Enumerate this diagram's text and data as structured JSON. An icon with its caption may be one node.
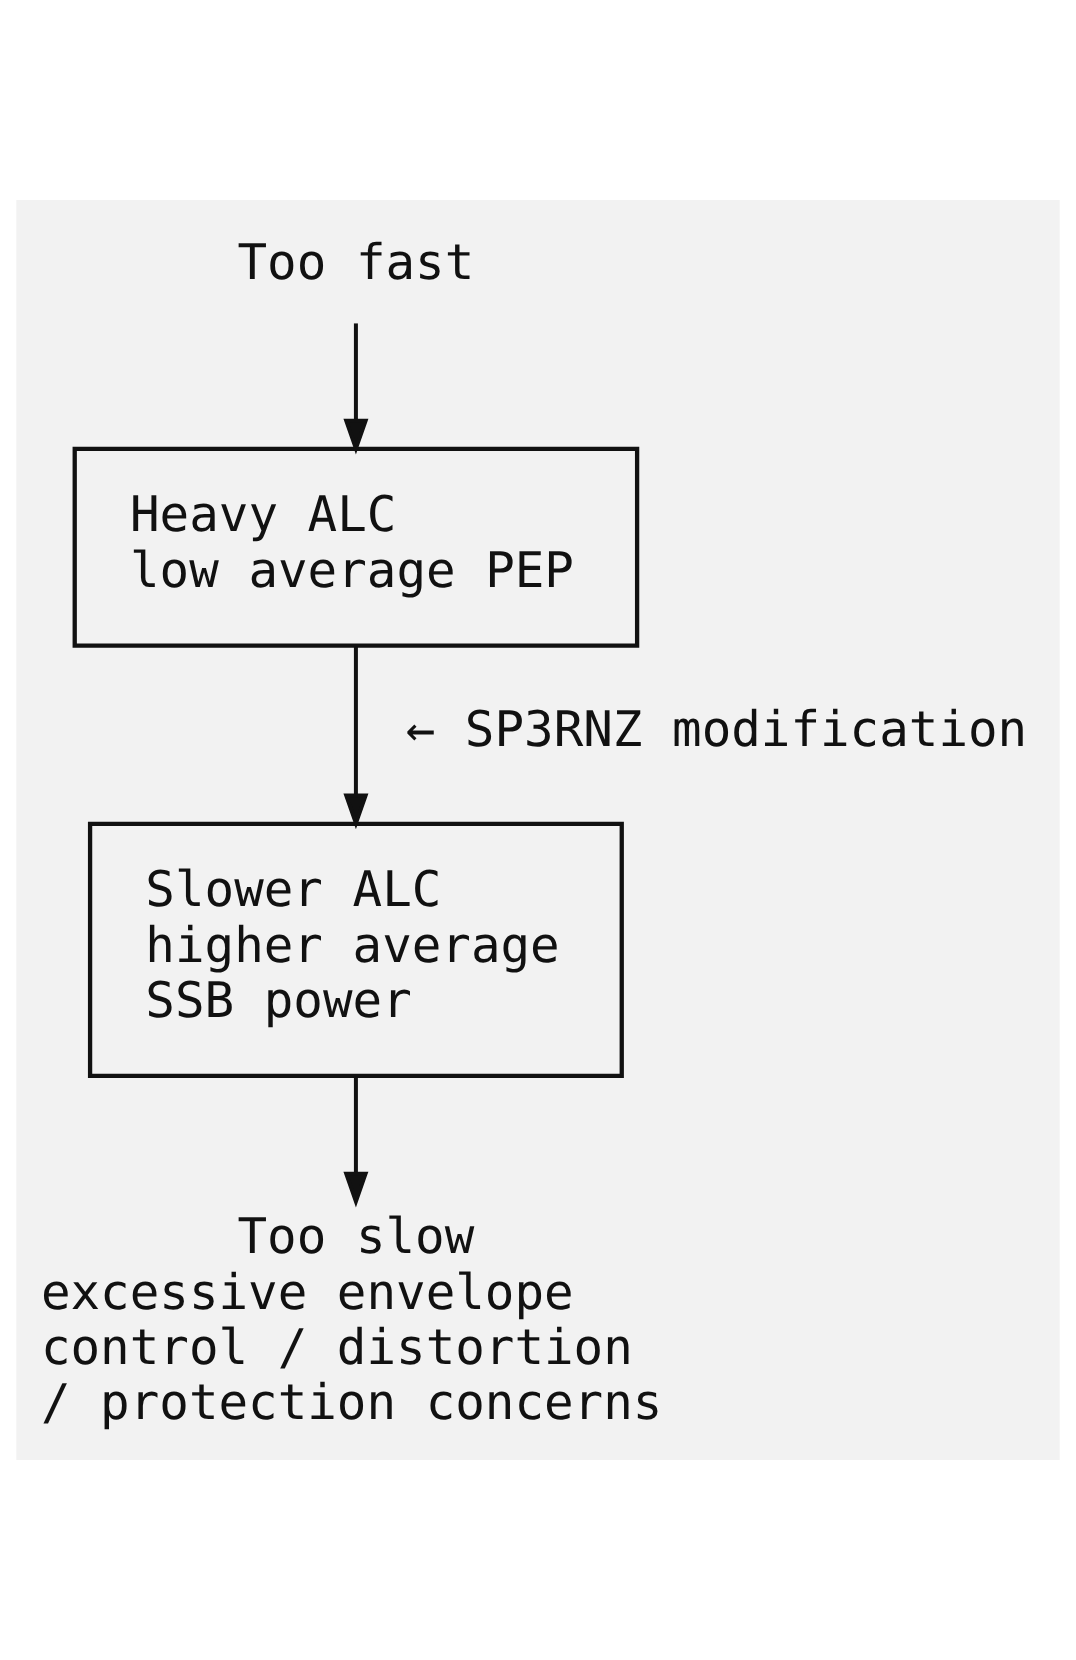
{
  "diagram": {
    "nodes": [
      {
        "text": [
          "Too fast"
        ]
      },
      {
        "text": [
          "Heavy ALC",
          "low average PEP"
        ]
      },
      {
        "text": [
          "Slower ALC",
          "higher average SSB power"
        ]
      },
      {
        "text": [
          "Too slow",
          "excessive envelope control / distortion / protection concerns"
        ]
      }
    ],
    "edges": [
      {
        "from": 0,
        "to": 1,
        "arrow": "to"
      },
      {
        "from": 1,
        "to": 2,
        "arrow": "to",
        "label": "← SP3RNZ modification"
      },
      {
        "from": 2,
        "to": 3,
        "arrow": "to"
      }
    ]
  }
}
